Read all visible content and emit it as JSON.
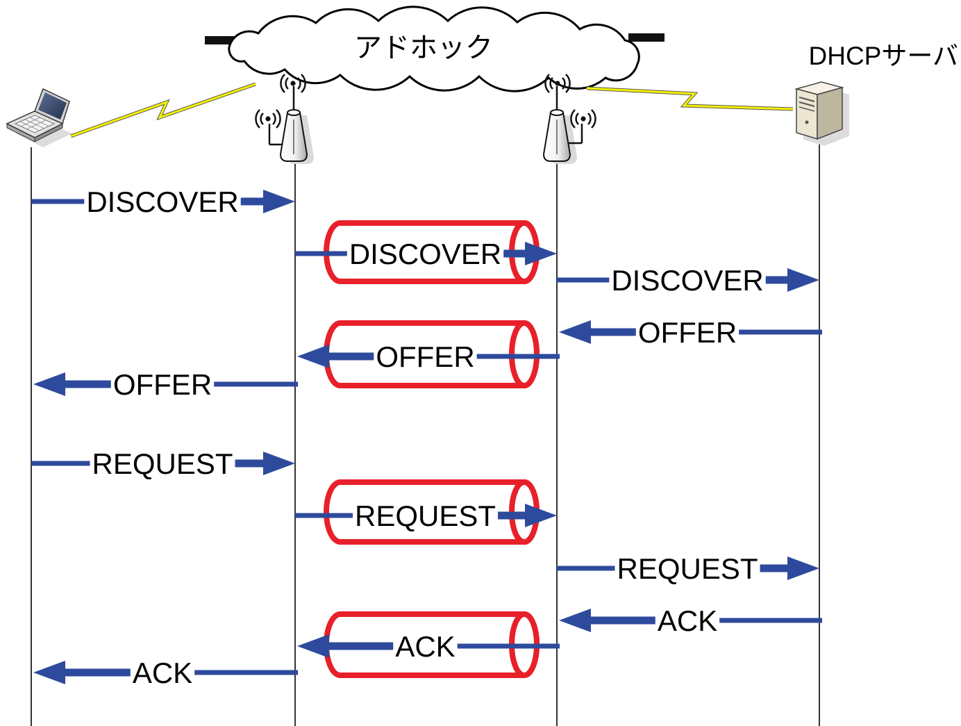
{
  "cloud": {
    "label": "アドホック"
  },
  "server": {
    "label": "DHCPサーバ"
  },
  "icons": {
    "client": "laptop-icon",
    "relay_left": "access-point-icon",
    "relay_right": "access-point-icon",
    "server": "server-icon",
    "wireless_link": "lightning-icon",
    "wireless_signal": "wifi-signal-icon"
  },
  "messages": [
    {
      "label": "DISCOVER",
      "from": 0,
      "to": 1,
      "tunneled": false
    },
    {
      "label": "DISCOVER",
      "from": 1,
      "to": 2,
      "tunneled": true
    },
    {
      "label": "DISCOVER",
      "from": 2,
      "to": 3,
      "tunneled": false
    },
    {
      "label": "OFFER",
      "from": 3,
      "to": 2,
      "tunneled": false
    },
    {
      "label": "OFFER",
      "from": 2,
      "to": 1,
      "tunneled": true
    },
    {
      "label": "OFFER",
      "from": 1,
      "to": 0,
      "tunneled": false
    },
    {
      "label": "REQUEST",
      "from": 0,
      "to": 1,
      "tunneled": false
    },
    {
      "label": "REQUEST",
      "from": 1,
      "to": 2,
      "tunneled": true
    },
    {
      "label": "REQUEST",
      "from": 2,
      "to": 3,
      "tunneled": false
    },
    {
      "label": "ACK",
      "from": 3,
      "to": 2,
      "tunneled": false
    },
    {
      "label": "ACK",
      "from": 2,
      "to": 1,
      "tunneled": true
    },
    {
      "label": "ACK",
      "from": 1,
      "to": 0,
      "tunneled": false
    }
  ],
  "colors": {
    "message_arrow": "#2e4a9c",
    "tunnel": "#e8202a",
    "lightning": "#f5f200",
    "lifeline": "#000000",
    "background": "#ffffff"
  }
}
